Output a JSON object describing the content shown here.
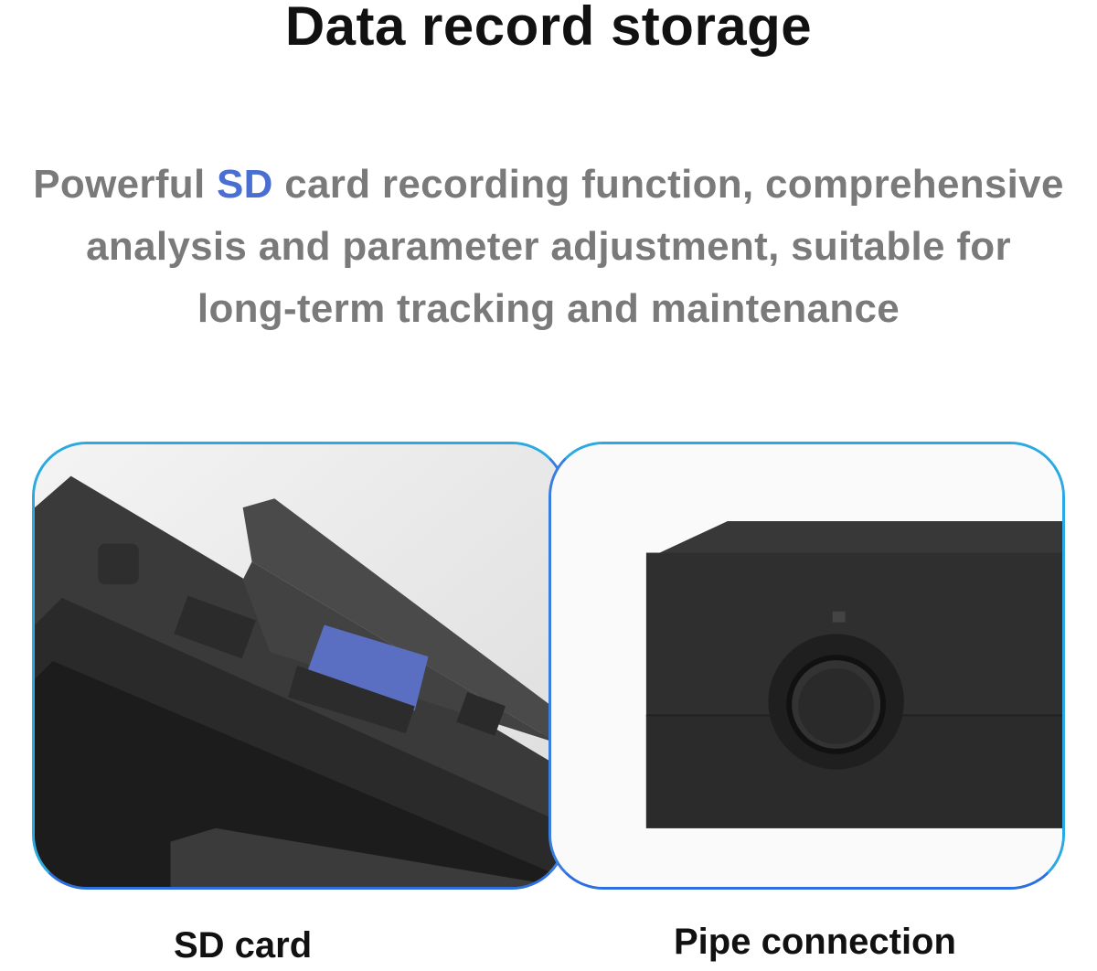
{
  "header": {
    "title": "Data record storage"
  },
  "description": {
    "prefix": "Powerful ",
    "highlight": "SD",
    "line1_rest": " card recording function, comprehensive",
    "line2": "analysis and parameter adjustment, suitable for",
    "line3": "long-term tracking and maintenance",
    "highlight_color": "#4a6fd2"
  },
  "panels": [
    {
      "caption": "SD card"
    },
    {
      "caption": "Pipe connection"
    }
  ]
}
